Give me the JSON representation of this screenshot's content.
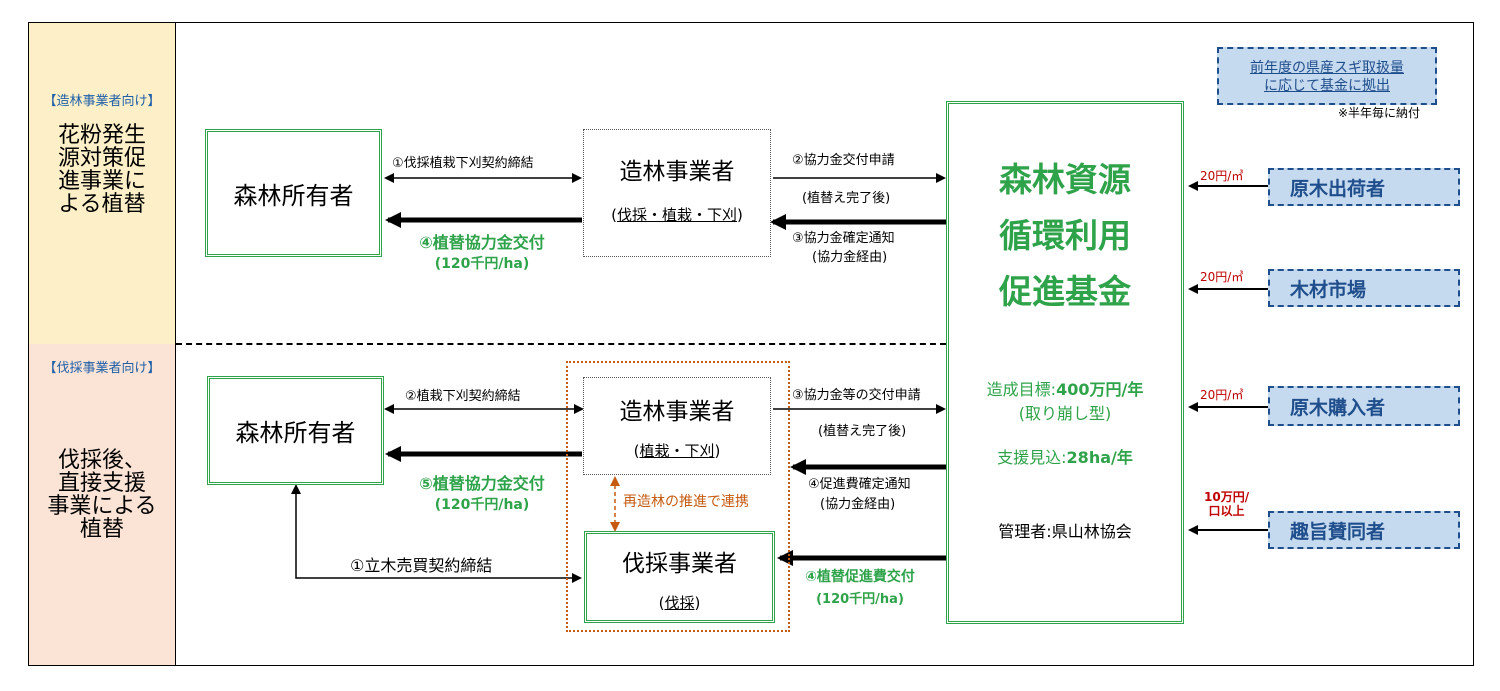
{
  "sections": {
    "top": {
      "tag": "【造林事業者向け】",
      "title_lines": [
        "花粉発生",
        "源対策促",
        "進事業に",
        "よる植替"
      ]
    },
    "bottom": {
      "tag": "【伐採事業者向け】",
      "title_lines": [
        "伐採後、",
        "直接支援",
        "事業による",
        "植替"
      ]
    }
  },
  "top_flow": {
    "owner": "森林所有者",
    "business": {
      "title": "造林事業者",
      "sub": "(伐採・植栽・下刈)",
      "sub_prefix": "(",
      "sub_underlined": "伐採・植栽・下刈",
      "sub_suffix": ")"
    },
    "contract_label": "①伐採植栽下刈契約締結",
    "payment_label": "④植替協力金交付",
    "payment_amount": "(120千円/ha)",
    "apply_label": "②協力金交付申請",
    "apply_note": "(植替え完了後)",
    "notice_label": "③協力金確定通知",
    "notice_note": "(協力金経由)"
  },
  "bottom_flow": {
    "owner": "森林所有者",
    "business": {
      "title": "造林事業者",
      "sub_prefix": "(",
      "sub_underlined": "植栽・下刈",
      "sub_suffix": ")"
    },
    "logger": {
      "title": "伐採事業者",
      "sub_prefix": "(",
      "sub_underlined": "伐採",
      "sub_suffix": ")"
    },
    "contract_label": "②植栽下刈契約締結",
    "payment_label": "⑤植替協力金交付",
    "payment_amount": "(120千円/ha)",
    "timber_contract_label": "①立木売買契約締結",
    "coop_label": "再造林の推進で連携",
    "apply_label": "③協力金等の交付申請",
    "apply_note": "(植替え完了後)",
    "notice_label": "④促進費確定通知",
    "notice_note": "(協力金経由)",
    "promo_label": "④植替促進費交付",
    "promo_amount": "(120千円/ha)"
  },
  "fund": {
    "title_lines": [
      "森林資源",
      "循環利用",
      "促進基金"
    ],
    "target_label": "造成目標:",
    "target_value": "400万円/年",
    "target_note": "(取り崩し型)",
    "support_label": "支援見込:",
    "support_value": "28ha/年",
    "manager": "管理者:県山林協会"
  },
  "contributors": {
    "note_lines": [
      "前年度の県産スギ取扱量",
      "に応じて基金に拠出"
    ],
    "note_sub": "※半年毎に納付",
    "items": [
      {
        "name": "原木出荷者",
        "price": "20円/㎥"
      },
      {
        "name": "木材市場",
        "price": "20円/㎥"
      },
      {
        "name": "原木購入者",
        "price": "20円/㎥"
      },
      {
        "name": "趣旨賛同者",
        "price_lines": [
          "10万円/",
          "口以上"
        ]
      }
    ]
  },
  "colors": {
    "accent_green": "#2ea34a",
    "blue": "#1f4e8c",
    "blue_fill": "#c5d9ef",
    "red": "#c00000",
    "orange": "#c55a11"
  }
}
